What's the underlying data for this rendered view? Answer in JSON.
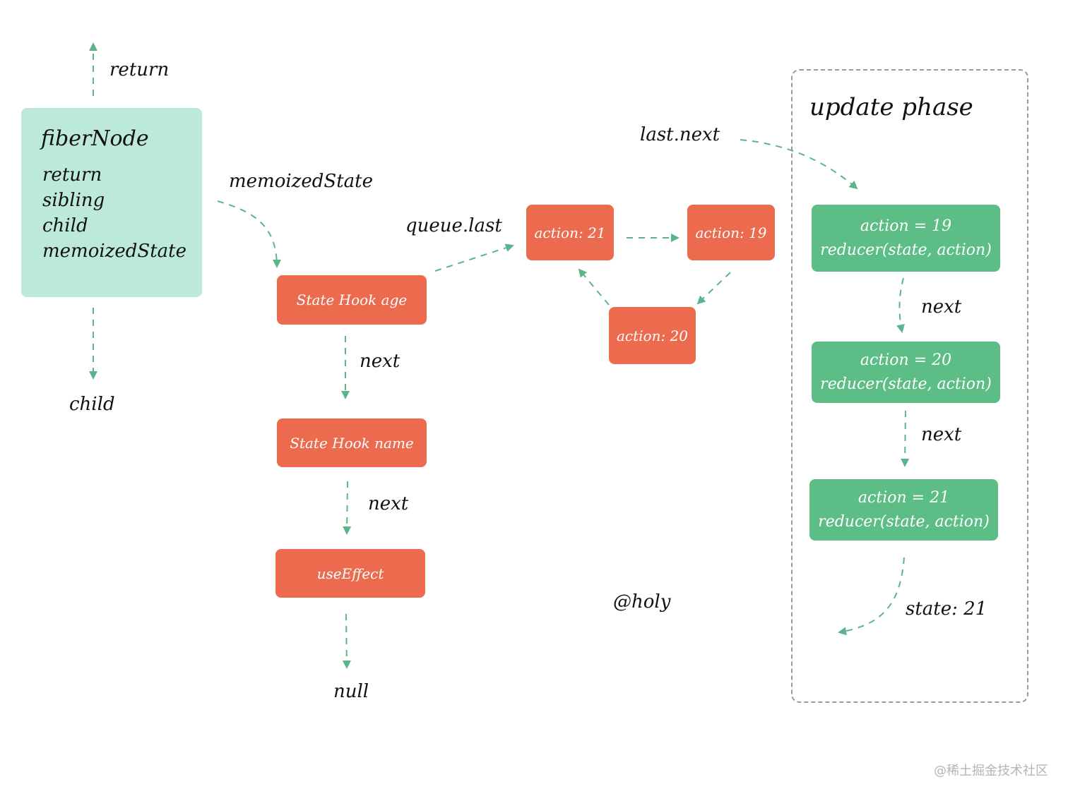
{
  "labels": {
    "return_top": "return",
    "child_bottom": "child",
    "memoized_state": "memoizedState",
    "queue_last": "queue.last",
    "last_next": "last.next",
    "next_1": "next",
    "next_2": "next",
    "next_3": "next",
    "next_4": "next",
    "null": "null",
    "state_result": "state: 21",
    "author": "@holy"
  },
  "fiber_node": {
    "title": "fiberNode",
    "fields": [
      "return",
      "sibling",
      "child",
      "memoizedState"
    ]
  },
  "hooks": [
    "State Hook age",
    "State Hook name",
    "useEffect"
  ],
  "queue_actions": {
    "a21": "action: 21",
    "a19": "action: 19",
    "a20": "action: 20"
  },
  "update_phase": {
    "title": "update phase",
    "steps": [
      {
        "action": "action = 19",
        "reducer": "reducer(state, action)"
      },
      {
        "action": "action = 20",
        "reducer": "reducer(state, action)"
      },
      {
        "action": "action = 21",
        "reducer": "reducer(state, action)"
      }
    ]
  },
  "watermark": "@稀土掘金技术社区",
  "colors": {
    "hook_box": "#ec6b4f",
    "update_box": "#5cbd86",
    "fiber_box": "#bde9dc",
    "arrow": "#5cb48a",
    "dashed_border": "#9a9a9a"
  }
}
